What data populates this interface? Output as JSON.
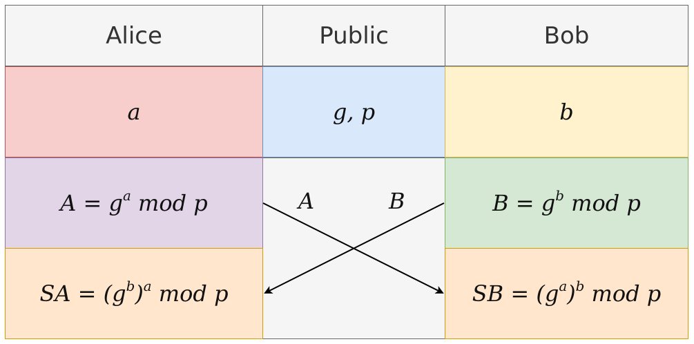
{
  "headers": {
    "alice": "Alice",
    "public": "Public",
    "bob": "Bob"
  },
  "alice": {
    "secret": {
      "text": "a"
    },
    "public_key": {
      "lhs": "A = g",
      "exp": "a",
      "rhs": " mod p"
    },
    "shared": {
      "lhs": "SA = (g",
      "exp1": "b",
      "mid": ")",
      "exp2": "a",
      "rhs": " mod p"
    }
  },
  "public": {
    "params": {
      "text": "g, p"
    },
    "sent_from_alice": "A",
    "sent_from_bob": "B"
  },
  "bob": {
    "secret": {
      "text": "b"
    },
    "public_key": {
      "lhs": "B = g",
      "exp": "b",
      "rhs": " mod p"
    },
    "shared": {
      "lhs": "SB = (g",
      "exp1": "a",
      "mid": ")",
      "exp2": "b",
      "rhs": " mod p"
    }
  },
  "colors": {
    "header_fill": "#f5f5f5",
    "header_stroke": "#666666",
    "alice_secret_fill": "#f8cecc",
    "alice_secret_stroke": "#b85450",
    "public_params_fill": "#dae8fc",
    "public_params_stroke": "#6c8ebf",
    "bob_secret_fill": "#fff2cc",
    "bob_secret_stroke": "#d6b656",
    "alice_key_fill": "#e1d5e7",
    "alice_key_stroke": "#9673a6",
    "bob_key_fill": "#d5e8d4",
    "bob_key_stroke": "#82b366",
    "shared_fill": "#ffe6cc",
    "shared_stroke": "#d79b00",
    "public_exchange_fill": "#f5f5f5",
    "public_exchange_stroke": "#666666",
    "arrow": "#000000"
  }
}
